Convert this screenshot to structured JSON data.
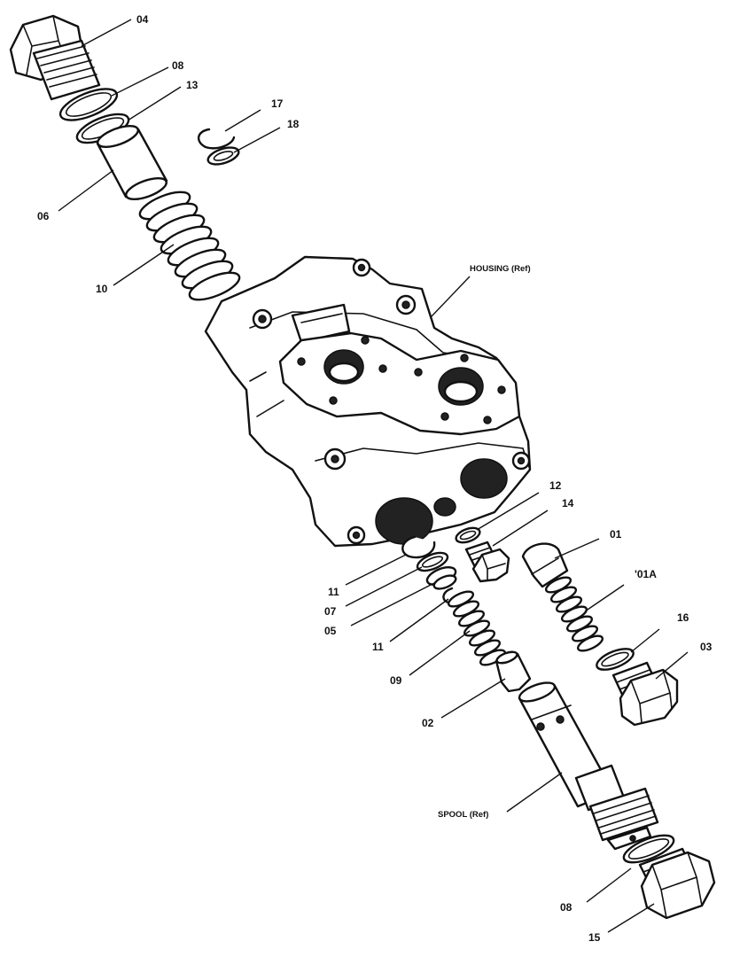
{
  "diagram": {
    "labels": {
      "p04": "04",
      "p08_top": "08",
      "p13": "13",
      "p17": "17",
      "p18": "18",
      "p06": "06",
      "p10": "10",
      "housing": "HOUSING (Ref)",
      "p12": "12",
      "p14": "14",
      "p01": "01",
      "p01a": "'01A",
      "p11_a": "11",
      "p07": "07",
      "p05": "05",
      "p11_b": "11",
      "p16": "16",
      "p03": "03",
      "p09": "09",
      "p02": "02",
      "spool": "SPOOL (Ref)",
      "p08_bottom": "08",
      "p15": "15"
    }
  }
}
